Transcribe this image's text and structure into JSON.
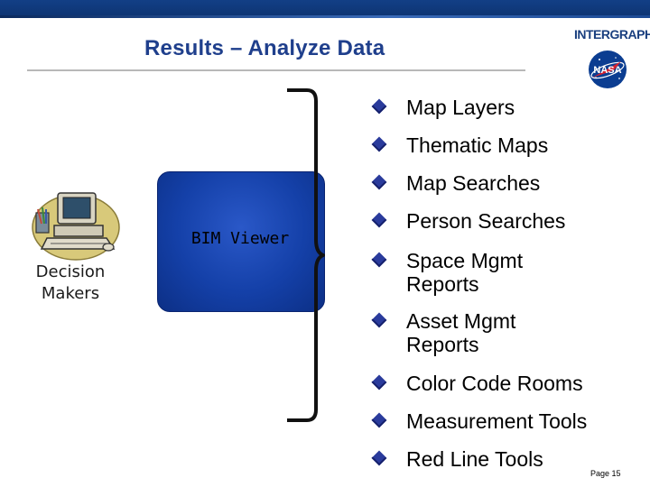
{
  "slide": {
    "title": "Results – Analyze Data",
    "logo_text": "INTERGRAPH",
    "nasa_text": "NASA",
    "left_label": "Decision Makers",
    "box_label": "BIM Viewer",
    "bullets": [
      "Map Layers",
      "Thematic Maps",
      "Map Searches",
      "Person Searches",
      "Space Mgmt Reports",
      "Asset Mgmt Reports",
      "Color Code Rooms",
      "Measurement Tools",
      "Red Line Tools"
    ],
    "page_label": "Page 15"
  },
  "colors": {
    "title": "#1f3f8c",
    "top_bar": "#123f86",
    "box_fill": "#1440a8",
    "bullet": "#2a3b9c"
  },
  "icons": [
    "intergraph-logo",
    "nasa-logo-icon",
    "computer-icon",
    "diamond-bullet-icon",
    "curly-bracket"
  ]
}
